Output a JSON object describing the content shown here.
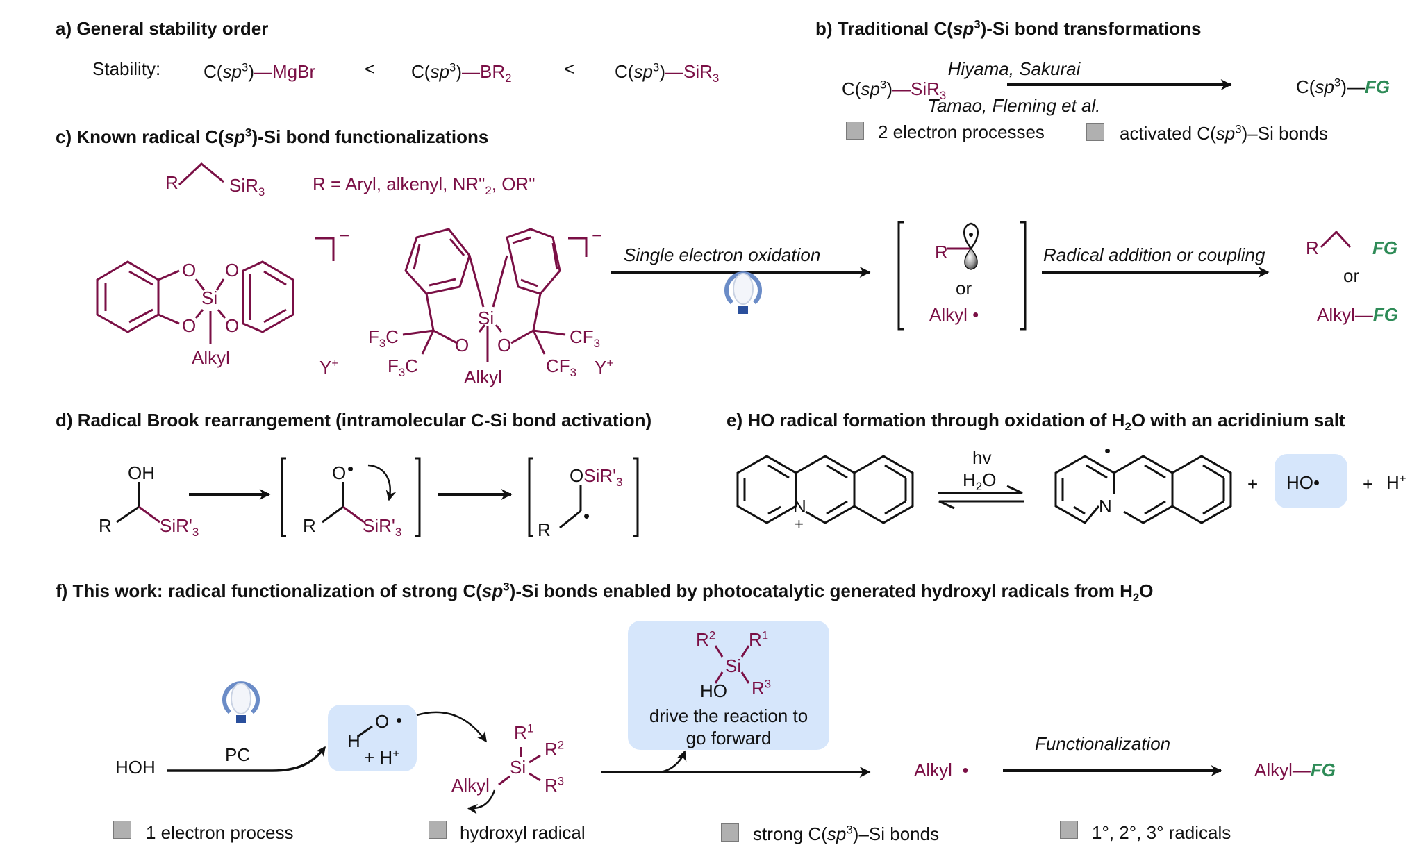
{
  "colors": {
    "silicon_maroon": "#7a0f45",
    "functional_group_green": "#2e8b57",
    "highlight_blue": "#d6e6fb",
    "legend_square_gray": "#b0b0b0"
  },
  "panel_a": {
    "title": "a)  General stability order",
    "stability_label": "Stability:",
    "items": [
      {
        "carbon": "C(",
        "sp": "sp",
        "sup": "3",
        "close": ")",
        "partner": "MgBr",
        "partner_sub": ""
      },
      {
        "carbon": "C(",
        "sp": "sp",
        "sup": "3",
        "close": ")",
        "partner": "BR",
        "partner_sub": "2"
      },
      {
        "carbon": "C(",
        "sp": "sp",
        "sup": "3",
        "close": ")",
        "partner": "SiR",
        "partner_sub": "3"
      }
    ],
    "less_than": "<"
  },
  "panel_b": {
    "title_pre": "b)  Traditional C(",
    "title_sp": "sp",
    "title_sup": "3",
    "title_post": ")-Si bond transformations",
    "reactant": {
      "carbon": "C(",
      "sp": "sp",
      "sup": "3",
      "close": ")",
      "partner": "SiR",
      "partner_sub": "3"
    },
    "arrow_above": "Hiyama, Sakurai",
    "arrow_below": "Tamao, Fleming et al.",
    "product": {
      "carbon": "C(",
      "sp": "sp",
      "sup": "3",
      "close": ")",
      "fg": "FG"
    },
    "legend": [
      {
        "text": "2 electron processes"
      },
      {
        "text_pre": "activated C(",
        "sp": "sp",
        "sup": "3",
        "text_post": ")–Si bonds"
      }
    ]
  },
  "panel_c": {
    "title_pre": "c)  Known radical C(",
    "title_sp": "sp",
    "title_sup": "3",
    "title_post": ")-Si bond functionalizations",
    "substrate": {
      "r": "R",
      "si": "SiR",
      "si_sub": "3",
      "definition": "R = Aryl, alkenyl, NR\"",
      "definition_sub": "2",
      "definition_post": ", OR\""
    },
    "silicate1": {
      "atoms": [
        "O",
        "O",
        "O",
        "O",
        "Si"
      ],
      "alkyl": "Alkyl",
      "charge": "−",
      "counterion": "Y",
      "counterion_charge": "+"
    },
    "silicate2": {
      "si": "Si",
      "o1": "O",
      "o2": "O",
      "cf3_labels": [
        "F3C",
        "F3C",
        "CF3",
        "CF3"
      ],
      "alkyl": "Alkyl",
      "charge": "−",
      "counterion": "Y",
      "counterion_charge": "+"
    },
    "arrow1_label": "Single electron oxidation",
    "intermediate": {
      "r": "R",
      "or": "or",
      "alkyl": "Alkyl",
      "dot": "•"
    },
    "arrow2_label": "Radical addition or coupling",
    "products": {
      "r": "R",
      "fg": "FG",
      "or": "or",
      "alkyl": "Alkyl",
      "fg2": "FG"
    }
  },
  "panel_d": {
    "title": "d) Radical Brook rearrangement (intramolecular C-Si bond activation)",
    "s1": {
      "oh": "OH",
      "r": "R",
      "si": "SiR'",
      "si_sub": "3"
    },
    "s2": {
      "o": "O",
      "dot": "•",
      "r": "R",
      "si": "SiR'",
      "si_sub": "3"
    },
    "s3": {
      "o": "O",
      "si": "SiR'",
      "si_sub": "3",
      "r": "R",
      "dot": "•"
    }
  },
  "panel_e": {
    "title_pre": "e) HO radical formation through oxidation of H",
    "title_sub": "2",
    "title_post": "O with an acridinium salt",
    "n_plus": "N",
    "plus_charge": "+",
    "arrow_top": "hv",
    "arrow_bottom_pre": "H",
    "arrow_bottom_sub": "2",
    "arrow_bottom_post": "O",
    "n_neutral": "N",
    "radical_dot": "•",
    "plus1": "+",
    "ho_radical": "HO•",
    "plus2": "+",
    "proton": "H",
    "proton_charge": "+"
  },
  "panel_f": {
    "title_pre": "f) This work: radical functionalization of strong C(",
    "title_sp": "sp",
    "title_sup": "3",
    "title_post": ")-Si bonds enabled by photocatalytic generated hydroxyl radicals from H",
    "title_sub": "2",
    "title_end": "O",
    "hoh": "HOH",
    "pc": "PC",
    "hydroxyl_box": {
      "h": "H",
      "o": "O",
      "dot": "•",
      "plus": "+ H",
      "plus_sup": "+"
    },
    "silane": {
      "r1": "R",
      "r1_sup": "1",
      "r2": "R",
      "r2_sup": "2",
      "r3": "R",
      "r3_sup": "3",
      "si": "Si",
      "alkyl": "Alkyl"
    },
    "silanol_box": {
      "r2": "R",
      "r2_sup": "2",
      "r1": "R",
      "r1_sup": "1",
      "si": "Si",
      "ho": "HO",
      "r3": "R",
      "r3_sup": "3",
      "caption_line1": "drive the reaction to",
      "caption_line2": "go forward"
    },
    "alkyl_radical": {
      "alkyl": "Alkyl",
      "dot": "•"
    },
    "arrow_label": "Functionalization",
    "product": {
      "alkyl": "Alkyl",
      "fg": "FG"
    },
    "legend": [
      {
        "text": "1 electron process"
      },
      {
        "text": "hydroxyl radical"
      },
      {
        "text_pre": "strong C(",
        "sp": "sp",
        "sup": "3",
        "text_post": ")–Si bonds"
      },
      {
        "text": "1°, 2°, 3° radicals"
      }
    ]
  }
}
